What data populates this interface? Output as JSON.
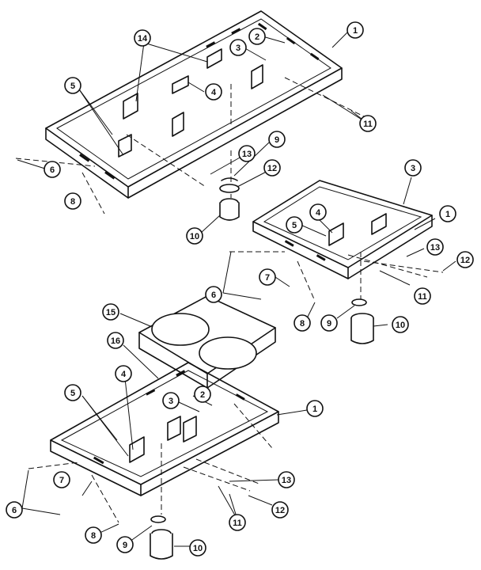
{
  "callouts": {
    "top": [
      "1",
      "2",
      "3",
      "14",
      "4",
      "5",
      "11",
      "6",
      "8",
      "13",
      "9",
      "12",
      "10"
    ],
    "middle": [
      "3",
      "4",
      "1",
      "5",
      "13",
      "12",
      "7",
      "6",
      "11",
      "8",
      "9",
      "10"
    ],
    "bottom": [
      "15",
      "16",
      "4",
      "2",
      "3",
      "5",
      "1",
      "7",
      "13",
      "6",
      "12",
      "11",
      "8",
      "9",
      "10"
    ]
  },
  "labels": {
    "t1": "1",
    "t2": "2",
    "t3": "3",
    "t14": "14",
    "t4": "4",
    "t5": "5",
    "t11": "11",
    "t6": "6",
    "t8": "8",
    "t13": "13",
    "t9": "9",
    "t12": "12",
    "t10": "10",
    "m3": "3",
    "m4": "4",
    "m1": "1",
    "m5": "5",
    "m13": "13",
    "m12": "12",
    "m7": "7",
    "m6": "6",
    "m11": "11",
    "m8": "8",
    "m9": "9",
    "m10": "10",
    "b15": "15",
    "b16": "16",
    "b4": "4",
    "b2": "2",
    "b3": "3",
    "b5": "5",
    "b1": "1",
    "b7": "7",
    "b13": "13",
    "b6": "6",
    "b12": "12",
    "b11": "11",
    "b8": "8",
    "b9": "9",
    "b10": "10"
  }
}
